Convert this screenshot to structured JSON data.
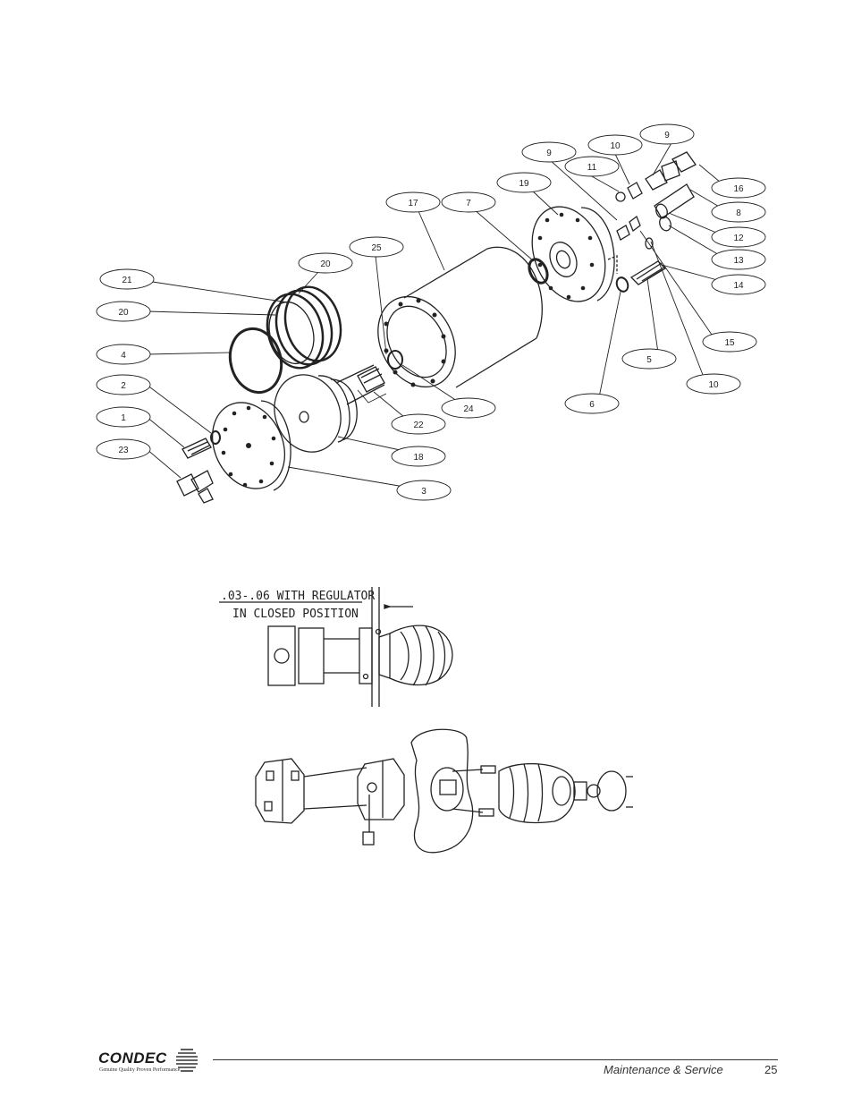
{
  "diagram": {
    "callouts": [
      {
        "id": "c9a",
        "label": "9"
      },
      {
        "id": "c9b",
        "label": "9"
      },
      {
        "id": "c10a",
        "label": "10"
      },
      {
        "id": "c11",
        "label": "11"
      },
      {
        "id": "c16",
        "label": "16"
      },
      {
        "id": "c19",
        "label": "19"
      },
      {
        "id": "c8",
        "label": "8"
      },
      {
        "id": "c17",
        "label": "17"
      },
      {
        "id": "c7",
        "label": "7"
      },
      {
        "id": "c12",
        "label": "12"
      },
      {
        "id": "c13",
        "label": "13"
      },
      {
        "id": "c25",
        "label": "25"
      },
      {
        "id": "c14",
        "label": "14"
      },
      {
        "id": "c20a",
        "label": "20"
      },
      {
        "id": "c21",
        "label": "21"
      },
      {
        "id": "c20b",
        "label": "20"
      },
      {
        "id": "c15",
        "label": "15"
      },
      {
        "id": "c4",
        "label": "4"
      },
      {
        "id": "c5",
        "label": "5"
      },
      {
        "id": "c10b",
        "label": "10"
      },
      {
        "id": "c2",
        "label": "2"
      },
      {
        "id": "c6",
        "label": "6"
      },
      {
        "id": "c24",
        "label": "24"
      },
      {
        "id": "c1",
        "label": "1"
      },
      {
        "id": "c22",
        "label": "22"
      },
      {
        "id": "c23",
        "label": "23"
      },
      {
        "id": "c18",
        "label": "18"
      },
      {
        "id": "c3",
        "label": "3"
      }
    ]
  },
  "regulator_note": {
    "line1": ".03-.06 WITH REGULATOR",
    "line2": "IN CLOSED POSITION"
  },
  "footer": {
    "logo_word": "CONDEC",
    "logo_tagline": "Genuine Quality Proven Performance.",
    "section": "Maintenance & Service",
    "page_number": "25"
  }
}
